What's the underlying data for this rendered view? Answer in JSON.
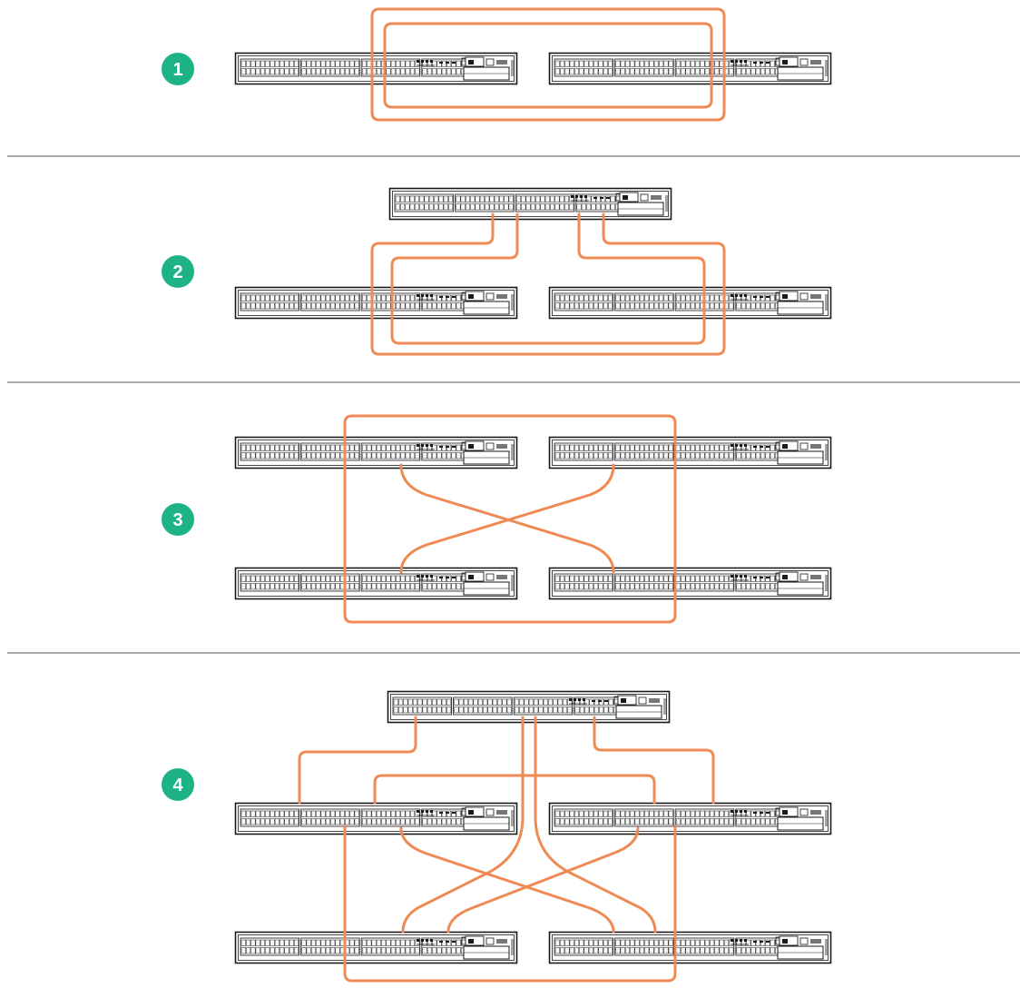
{
  "colors": {
    "cable": "#EF8A55",
    "badge": "#1DB387",
    "badge_text": "#FFFFFF",
    "divider": "#A9A9A9",
    "switch_outline": "#1A1A1A",
    "switch_body": "#FFFFFF",
    "port": "#F7F7F7"
  },
  "panels": [
    {
      "badge": "1",
      "switch_count": 2,
      "extra_hub": false
    },
    {
      "badge": "2",
      "switch_count": 2,
      "extra_hub": true
    },
    {
      "badge": "3",
      "switch_count": 4,
      "extra_hub": false
    },
    {
      "badge": "4",
      "switch_count": 4,
      "extra_hub": true
    }
  ],
  "icons": {
    "switch": "network-switch-icon",
    "cable": "stacking-cable"
  }
}
